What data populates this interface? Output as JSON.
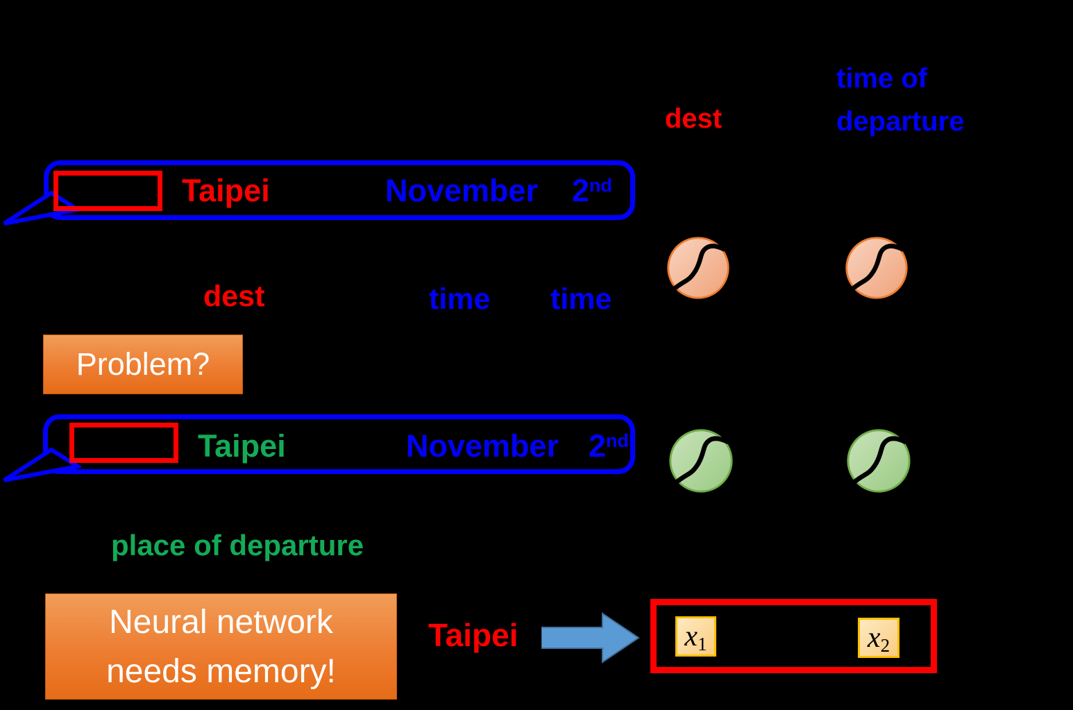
{
  "slide": {
    "background": "#000000",
    "top_labels": {
      "dest": "dest",
      "time_of_departure": "time of departure"
    },
    "sentence1": {
      "destination_word": "Taipei",
      "month_word": "November",
      "day_number": "2",
      "day_suffix": "nd"
    },
    "feature_labels": {
      "dest": "dest",
      "time_first": "time",
      "time_second": "time"
    },
    "problem_box": {
      "label": "Problem?"
    },
    "sentence2": {
      "place_word": "Taipei",
      "month_word": "November",
      "day_number": "2",
      "day_suffix": "nd"
    },
    "place_of_departure_label": "place of departure",
    "memory_box": {
      "line1": "Neural network",
      "line2": "needs memory!"
    },
    "input_example": {
      "word": "Taipei",
      "x1_variable": "x",
      "x1_subscript": "1",
      "x2_variable": "x",
      "x2_subscript": "2"
    },
    "icons": {
      "sigmoid_nodes": "sigmoid-neuron-icon",
      "speech_tails": "speech-tail-icon",
      "arrow": "block-arrow-right-icon"
    },
    "colors": {
      "blue_text": "#0000ff",
      "red_text": "#ff0000",
      "green_text": "#14ab57",
      "orange_node_border": "#ed7d31",
      "orange_node_fill": "#f2b094",
      "green_node_border": "#70ad47",
      "green_node_fill": "#aed49c",
      "orange_box_top": "#f19d58",
      "orange_box_bottom": "#e66c17",
      "arrow_fill": "#5b9bd5",
      "x_box_border": "#ffc000"
    }
  }
}
